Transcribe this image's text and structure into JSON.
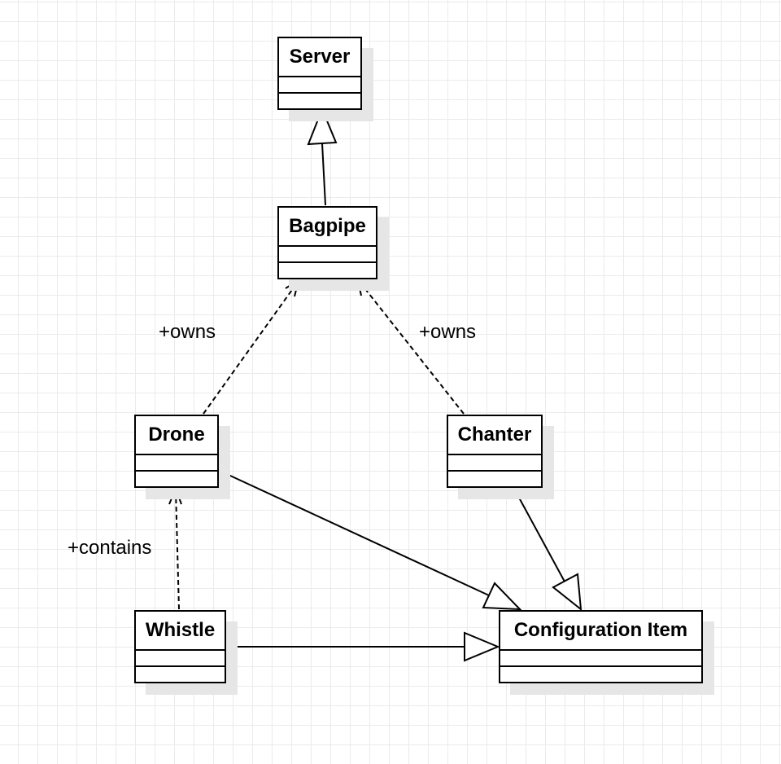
{
  "classes": {
    "server": {
      "name": "Server"
    },
    "bagpipe": {
      "name": "Bagpipe"
    },
    "drone": {
      "name": "Drone"
    },
    "chanter": {
      "name": "Chanter"
    },
    "whistle": {
      "name": "Whistle"
    },
    "config_item": {
      "name": "Configuration Item"
    }
  },
  "labels": {
    "drone_owns": "+owns",
    "chanter_owns": "+owns",
    "whistle_contains": "+contains"
  },
  "relationships": [
    {
      "from": "Bagpipe",
      "to": "Server",
      "kind": "generalization"
    },
    {
      "from": "Drone",
      "to": "Bagpipe",
      "kind": "dependency",
      "label": "+owns"
    },
    {
      "from": "Chanter",
      "to": "Bagpipe",
      "kind": "dependency",
      "label": "+owns"
    },
    {
      "from": "Whistle",
      "to": "Drone",
      "kind": "dependency",
      "label": "+contains"
    },
    {
      "from": "Drone",
      "to": "Configuration Item",
      "kind": "generalization"
    },
    {
      "from": "Chanter",
      "to": "Configuration Item",
      "kind": "generalization"
    },
    {
      "from": "Whistle",
      "to": "Configuration Item",
      "kind": "generalization"
    }
  ]
}
